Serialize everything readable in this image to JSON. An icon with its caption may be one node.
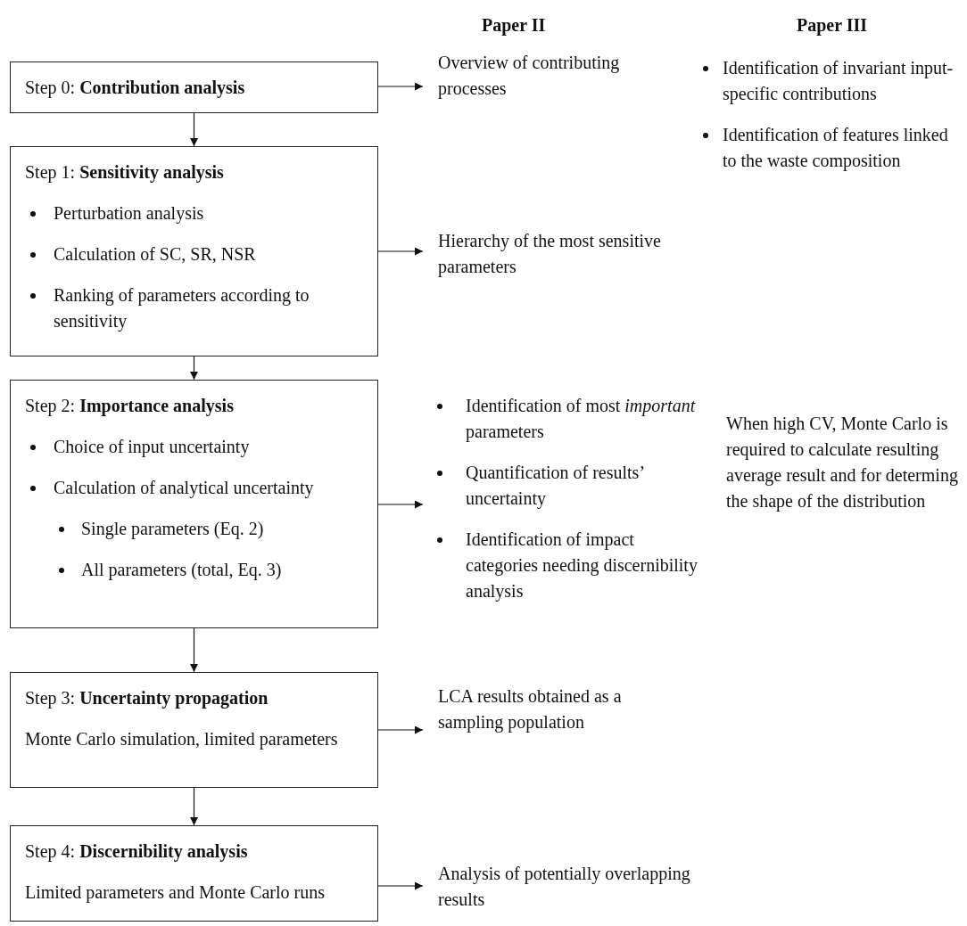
{
  "diagram": {
    "nodes": [
      {
        "text": [
          "Step 0: **Contribution analysis**"
        ]
      },
      {
        "text": [
          "Step 1: **Sensitivity analysis**",
          "Perturbation analysis",
          "Calculation of SC, SR, NSR",
          "Ranking of parameters according to sensitivity"
        ]
      },
      {
        "text": [
          "Step 2: **Importance analysis**",
          "Choice of input uncertainty",
          "Calculation of analytical uncertainty",
          "Single parameters (Eq. 2)",
          "All parameters (total, Eq. 3)"
        ]
      },
      {
        "text": [
          "Step 3: **Uncertainty propagation**",
          "Monte Carlo simulation, limited parameters"
        ]
      },
      {
        "text": [
          "Step 4: **Discernibility analysis**",
          "Limited parameters and Monte Carlo runs"
        ]
      },
      {
        "text": [
          "Overview of contributing processes"
        ]
      },
      {
        "text": [
          "Hierarchy of the most sensitive parameters"
        ]
      },
      {
        "text": [
          "Identification of most *important* parameters",
          "Quantification of results’ uncertainty",
          "Identification of impact categories needing discernibility analysis"
        ]
      },
      {
        "text": [
          "LCA results obtained as a sampling population"
        ]
      },
      {
        "text": [
          "Analysis of potentially overlapping results"
        ]
      }
    ],
    "edges": [
      {
        "from": 0,
        "to": 1,
        "arrow": "to"
      },
      {
        "from": 1,
        "to": 2,
        "arrow": "to"
      },
      {
        "from": 2,
        "to": 3,
        "arrow": "to"
      },
      {
        "from": 3,
        "to": 4,
        "arrow": "to"
      },
      {
        "from": 0,
        "to": 5,
        "arrow": "to"
      },
      {
        "from": 1,
        "to": 6,
        "arrow": "to"
      },
      {
        "from": 2,
        "to": 7,
        "arrow": "to"
      },
      {
        "from": 3,
        "to": 8,
        "arrow": "to"
      },
      {
        "from": 4,
        "to": 9,
        "arrow": "to"
      }
    ],
    "labels": [
      "Paper II",
      "Paper III",
      "Identification of invariant input-specific contributions",
      "Identification of features linked to the waste composition",
      "When high CV, Monte Carlo is required to calculate resulting average result and for determing the shape of the distribution"
    ]
  }
}
